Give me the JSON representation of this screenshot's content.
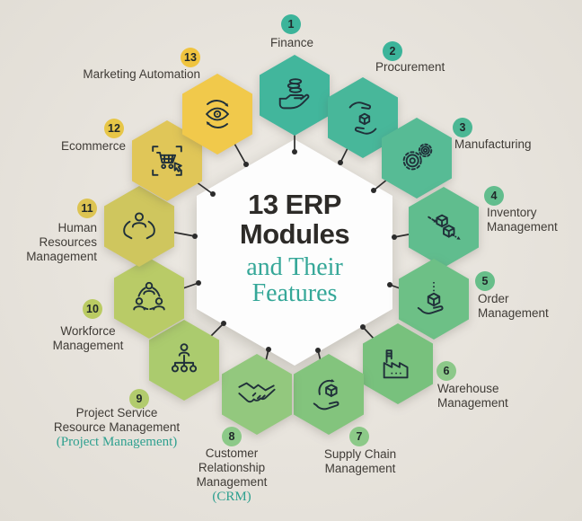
{
  "theme": {
    "background": "#e7e3dc",
    "icon_color": "#20303a",
    "connector_color": "#2b2b2b",
    "label_color": "#3f3b36",
    "badge_number_color": "#20282a",
    "sub_label_color": "#2ea08f"
  },
  "center": {
    "title_line1": "13 ERP",
    "title_line2": "Modules",
    "subtitle_line1": "and Their",
    "subtitle_line2": "Features",
    "title_color": "#2d2b28",
    "subtitle_color": "#35a798"
  },
  "modules": [
    {
      "number": "1",
      "label": "Finance",
      "sub_label": "",
      "icon": "coins-in-hand",
      "hex_color": "#42b69c",
      "badge_color": "#3cb49a"
    },
    {
      "number": "2",
      "label": "Procurement",
      "sub_label": "",
      "icon": "give-receive-box",
      "hex_color": "#48b79a",
      "badge_color": "#3cb49a"
    },
    {
      "number": "3",
      "label": "Manufacturing",
      "sub_label": "",
      "icon": "gears",
      "hex_color": "#57bb95",
      "badge_color": "#4cb794"
    },
    {
      "number": "4",
      "label": "Inventory\nManagement",
      "sub_label": "",
      "icon": "stacked-cubes-flow",
      "hex_color": "#60bd8e",
      "badge_color": "#62bd8d"
    },
    {
      "number": "5",
      "label": "Order\nManagement",
      "sub_label": "",
      "icon": "cube-on-hand",
      "hex_color": "#6dc086",
      "badge_color": "#67be89"
    },
    {
      "number": "6",
      "label": "Warehouse\nManagement",
      "sub_label": "",
      "icon": "factory",
      "hex_color": "#78c17d",
      "badge_color": "#8cc889"
    },
    {
      "number": "7",
      "label": "Supply Chain\nManagement",
      "sub_label": "",
      "icon": "cube-cycle-hand",
      "hex_color": "#83c47d",
      "badge_color": "#8cc988"
    },
    {
      "number": "8",
      "label": "Customer\nRelationship\nManagement",
      "sub_label": "(CRM)",
      "icon": "handshake",
      "hex_color": "#93c87e",
      "badge_color": "#8cc988"
    },
    {
      "number": "9",
      "label": "Project Service\nResource Management",
      "sub_label": "(Project Management)",
      "icon": "org-chart",
      "hex_color": "#abcb6e",
      "badge_color": "#b2cb6d"
    },
    {
      "number": "10",
      "label": "Workforce\nManagement",
      "sub_label": "",
      "icon": "people-network",
      "hex_color": "#b9cb67",
      "badge_color": "#bacb62"
    },
    {
      "number": "11",
      "label": "Human\nResources\nManagement",
      "sub_label": "",
      "icon": "person-in-hands",
      "hex_color": "#cfc65e",
      "badge_color": "#ddc452"
    },
    {
      "number": "12",
      "label": "Ecommerce",
      "sub_label": "",
      "icon": "cart-scan",
      "hex_color": "#e0c658",
      "badge_color": "#e7c647"
    },
    {
      "number": "13",
      "label": "Marketing Automation",
      "sub_label": "",
      "icon": "eye-automation",
      "hex_color": "#f1c94b",
      "badge_color": "#f0c43f"
    }
  ]
}
